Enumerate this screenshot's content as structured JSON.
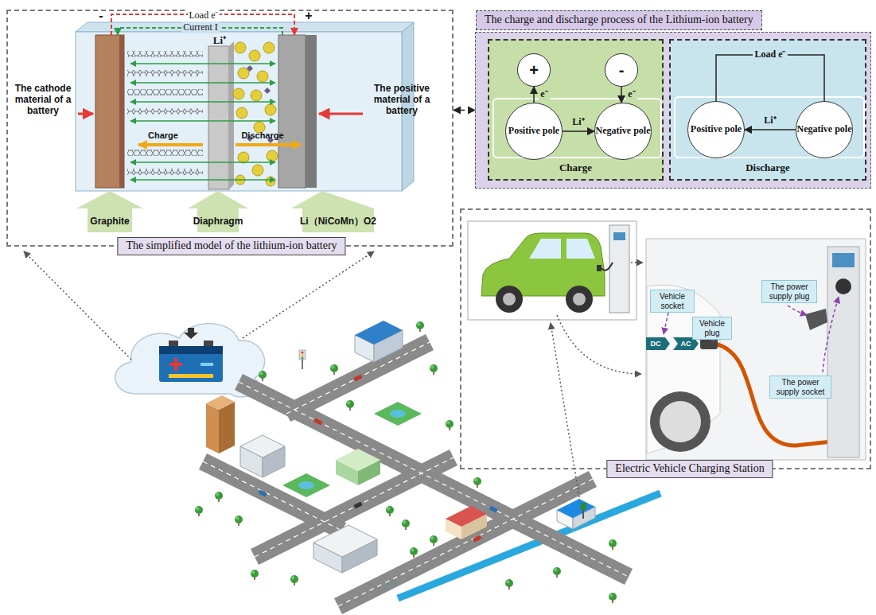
{
  "diagram": {
    "nodes": [
      {
        "text": [
          "The simplified model of the lithium-ion battery"
        ]
      },
      {
        "text": [
          "The charge and discharge process of the Lithium-ion battery"
        ]
      },
      {
        "text": [
          "Charge"
        ],
        "in": 1
      },
      {
        "text": [
          "+"
        ],
        "in": 2
      },
      {
        "text": [
          "-"
        ],
        "in": 2
      },
      {
        "text": [
          "Positive pole"
        ],
        "in": 2
      },
      {
        "text": [
          "Negative pole"
        ],
        "in": 2
      },
      {
        "text": [
          "Discharge"
        ],
        "in": 1
      },
      {
        "text": [
          "Positive pole"
        ],
        "in": 7
      },
      {
        "text": [
          "Negative pole"
        ],
        "in": 7
      },
      {
        "text": [
          "Electric Vehicle Charging Station"
        ]
      },
      {
        "text": [
          "Vehicle socket"
        ],
        "in": 10
      },
      {
        "text": [
          "Vehicle plug"
        ],
        "in": 10
      },
      {
        "text": [
          "The power supply plug"
        ],
        "in": 10
      },
      {
        "text": [
          "The power supply socket"
        ],
        "in": 10
      }
    ],
    "edges": [
      {
        "from": 0,
        "to": 1,
        "arrow": "both"
      },
      {
        "from": 5,
        "to": 3,
        "arrow": "to",
        "label": "e⁻"
      },
      {
        "from": 4,
        "to": 6,
        "arrow": "to",
        "label": "e⁻"
      },
      {
        "from": 5,
        "to": 6,
        "arrow": "to",
        "label": "Li⁺"
      },
      {
        "from": 9,
        "to": 8,
        "arrow": "to",
        "label": "Li⁺"
      },
      {
        "from": 8,
        "to": 9,
        "arrow": "none",
        "label": "Load e⁻"
      }
    ],
    "labels": [
      "Load e⁻",
      "Current I",
      "-",
      "+",
      "Li⁺",
      "Charge",
      "Discharge",
      "The cathode material of a battery",
      "The positive material of a battery",
      "Graphite",
      "Diaphragm",
      "Li（NiCoMn）O2",
      "DC",
      "AC"
    ]
  }
}
